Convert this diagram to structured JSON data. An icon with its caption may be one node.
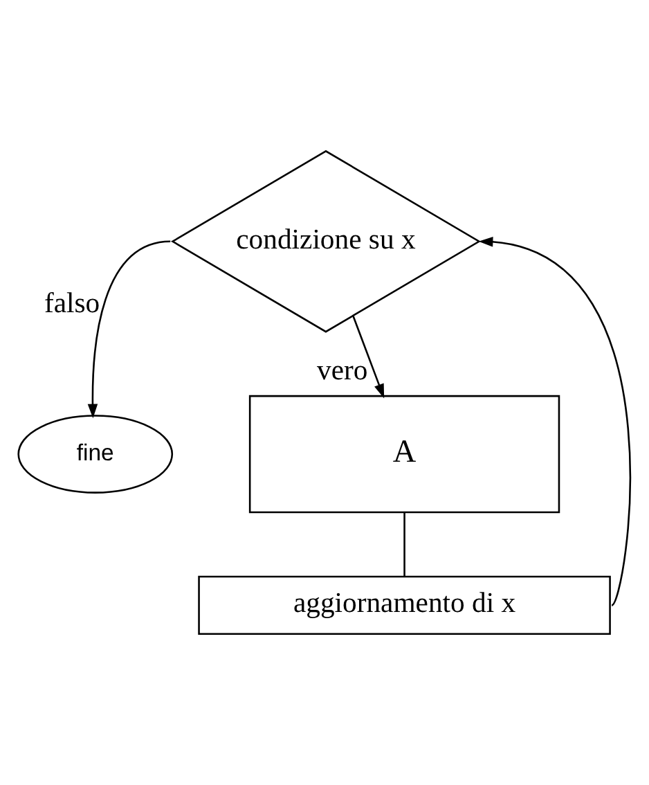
{
  "diagram": {
    "nodes": [
      {
        "text": [
          "condizione su x"
        ]
      },
      {
        "text": [
          "A"
        ]
      },
      {
        "text": [
          "aggiornamento di x"
        ]
      },
      {
        "text": [
          "fine"
        ]
      }
    ],
    "edges": [
      {
        "from": 0,
        "to": 1,
        "arrow": "to",
        "label": "vero"
      },
      {
        "from": 1,
        "to": 2,
        "arrow": "none"
      },
      {
        "from": 2,
        "to": 0,
        "arrow": "to"
      },
      {
        "from": 0,
        "to": 3,
        "arrow": "to",
        "label": "falso"
      }
    ]
  }
}
